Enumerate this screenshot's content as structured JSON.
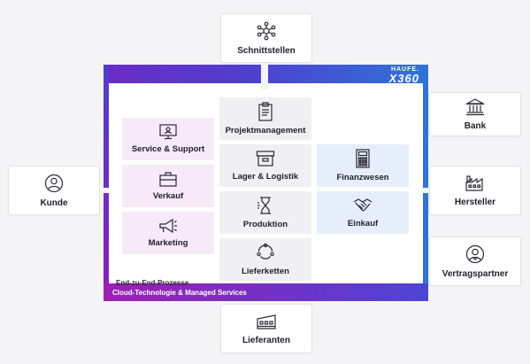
{
  "external": {
    "schnittstellen": "Schnittstellen",
    "bank": "Bank",
    "kunde": "Kunde",
    "hersteller": "Hersteller",
    "vertragspartner": "Vertragspartner",
    "lieferanten": "Lieferanten"
  },
  "brand": {
    "line1": "HAUFE.",
    "line2": "X360"
  },
  "modules": {
    "service": "Service & Support",
    "verkauf": "Verkauf",
    "marketing": "Marketing",
    "projekt": "Projektmanagement",
    "lager": "Lager & Logistik",
    "produktion": "Produktion",
    "lieferketten": "Lieferketten",
    "finanzwesen": "Finanzwesen",
    "einkauf": "Einkauf"
  },
  "labels": {
    "e2e": "End-zu-End-Prozesse",
    "cloud": "Cloud-Technologie & Managed Services"
  },
  "colors": {
    "frame_purple": "#6a2cc4",
    "frame_blue": "#2f74d8",
    "frame_magenta": "#9d1fb3",
    "module_pink": "#f7e9f7",
    "module_grey": "#f0f0f3",
    "module_blue": "#e6eef9"
  },
  "icons": {
    "schnittstellen": "network-icon",
    "bank": "bank-icon",
    "kunde": "user-icon",
    "hersteller": "factory-icon",
    "vertragspartner": "partner-icon",
    "lieferanten": "warehouse-icon",
    "service": "monitor-icon",
    "verkauf": "briefcase-icon",
    "marketing": "megaphone-icon",
    "projekt": "clipboard-icon",
    "lager": "box-icon",
    "produktion": "hourglass-icon",
    "lieferketten": "cycle-icon",
    "finanzwesen": "calculator-icon",
    "einkauf": "handshake-icon"
  }
}
